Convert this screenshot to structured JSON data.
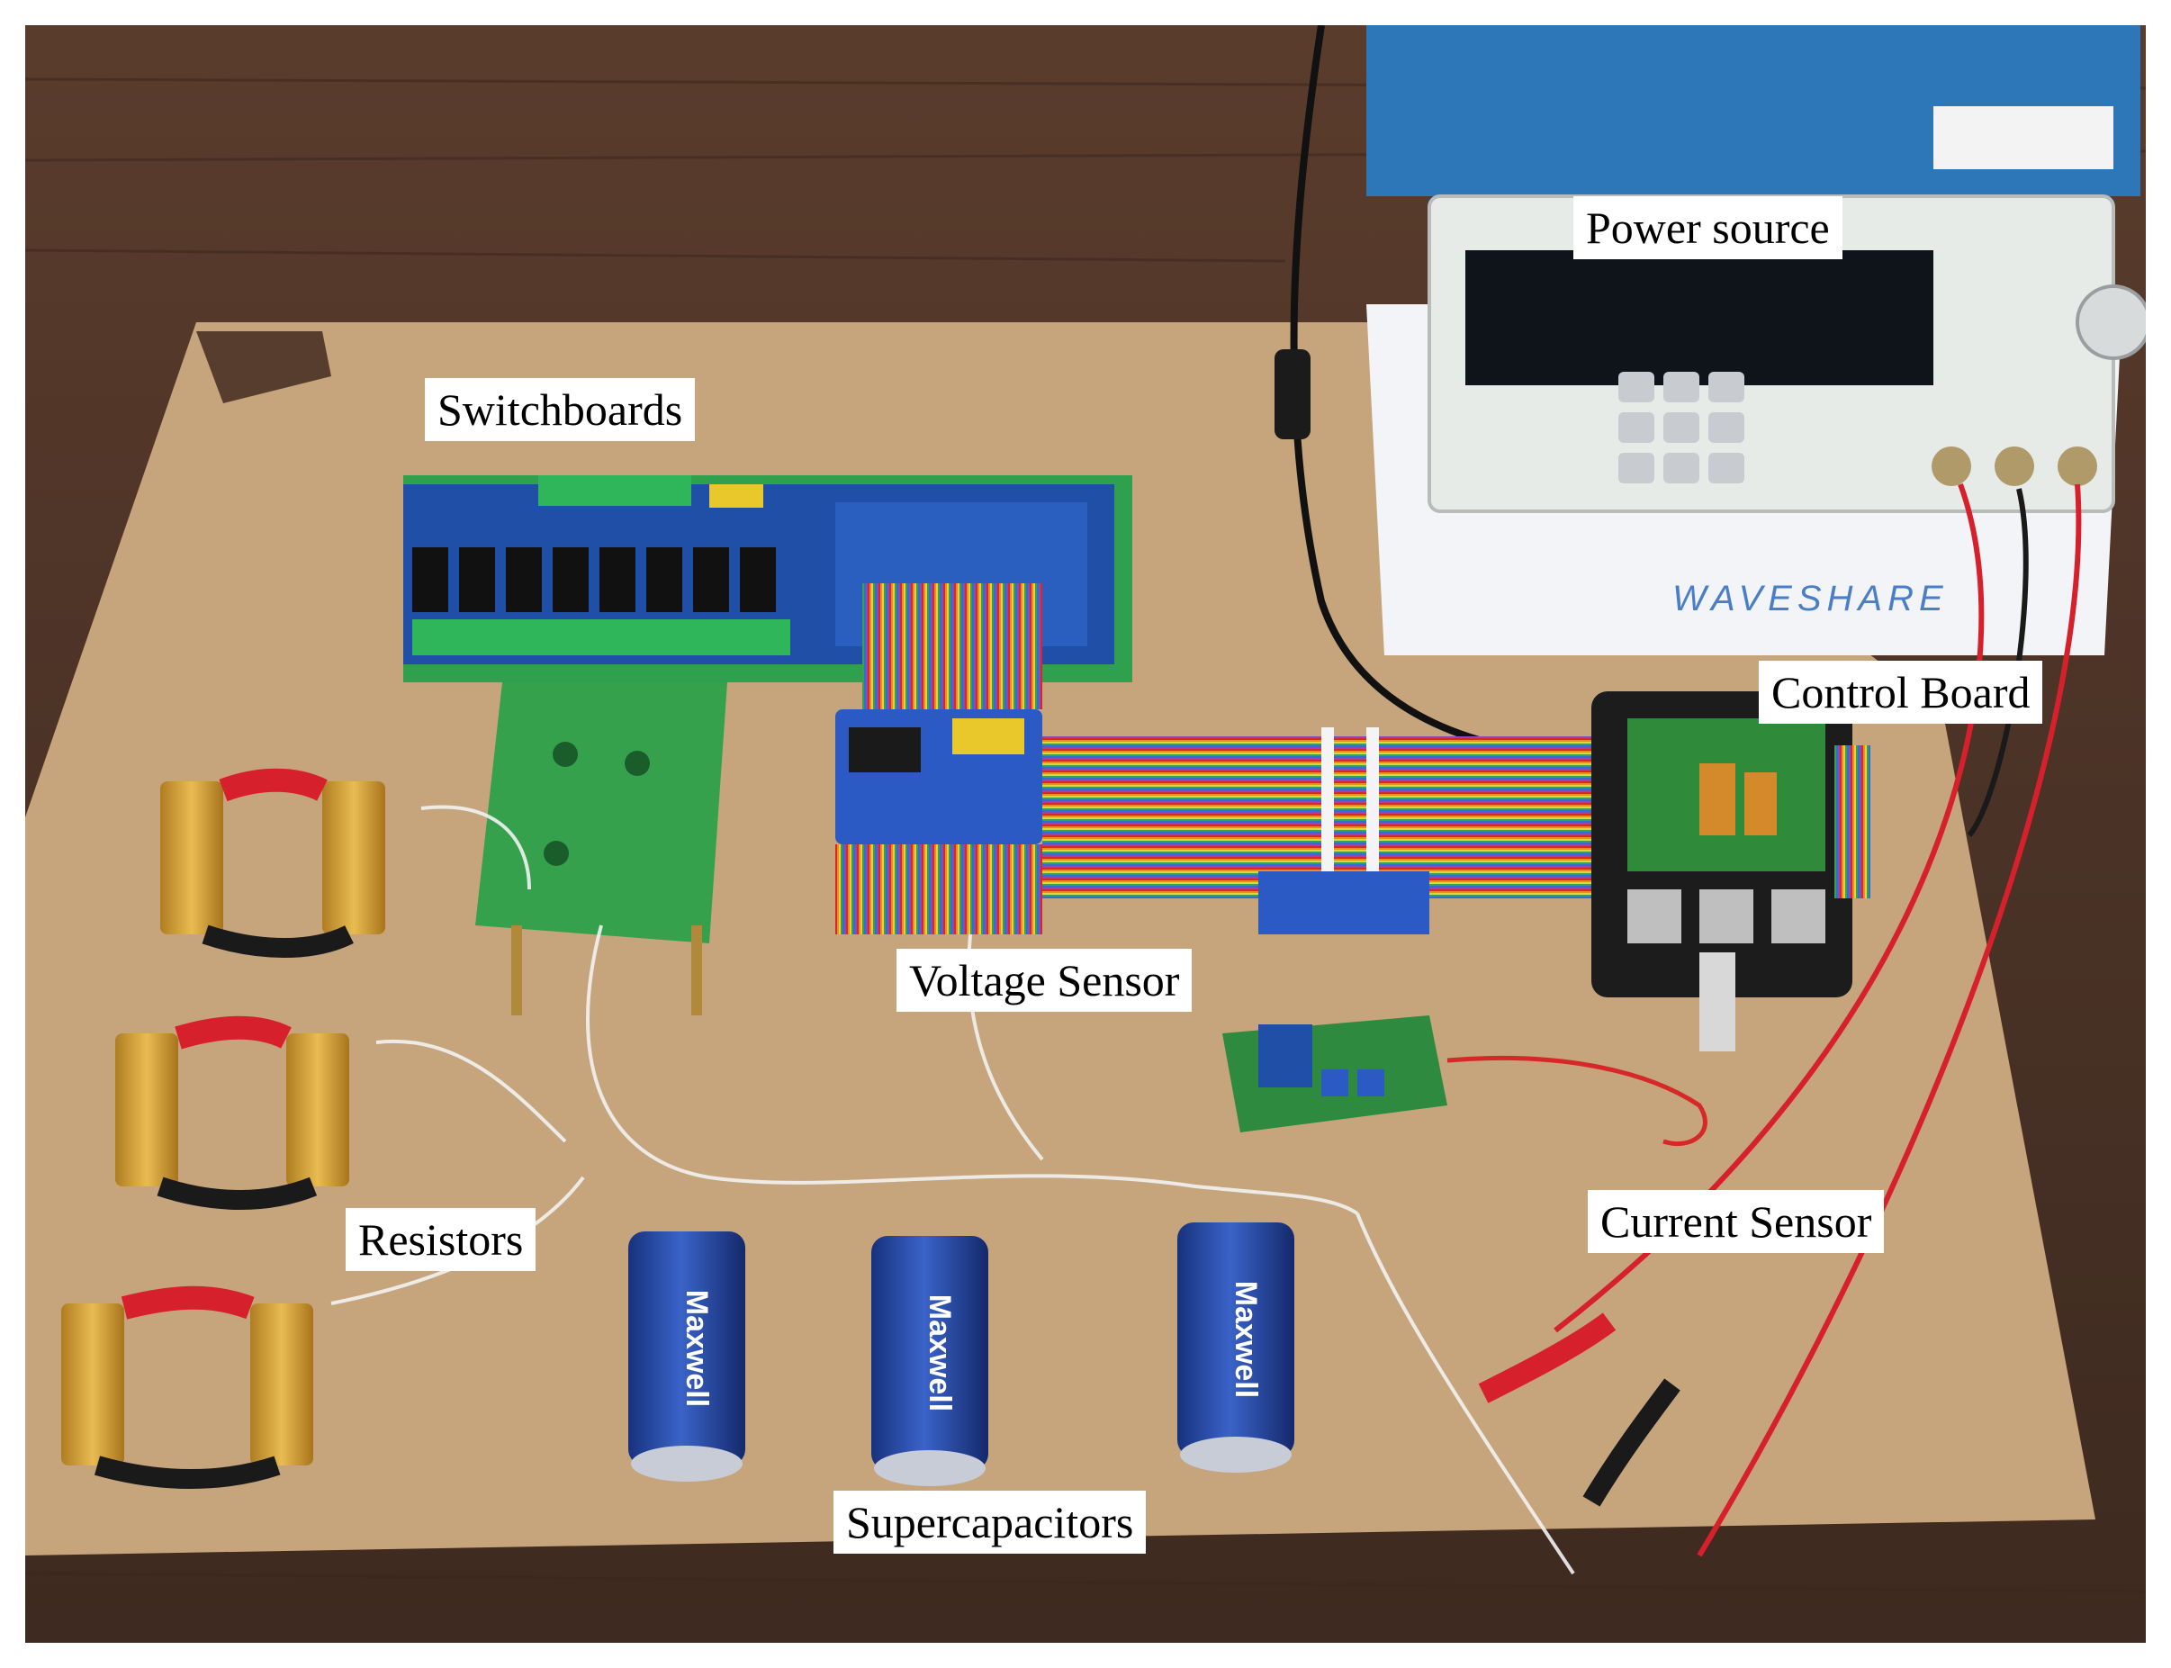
{
  "figure": {
    "labels": {
      "power_source": "Power source",
      "switchboards": "Switchboards",
      "control_board": "Control Board",
      "voltage_sensor": "Voltage Sensor",
      "current_sensor": "Current Sensor",
      "resistors": "Resistors",
      "supercapacitors": "Supercapacitors"
    },
    "brand_marks": {
      "capacitor_brand": "Maxwell",
      "device_brand": "WAVESHARE"
    },
    "colors": {
      "table_wood": "#4a3226",
      "cardboard": "#c6a57c",
      "pcb_blue": "#1f4fa6",
      "pcb_green": "#2f9a4c",
      "capacitor_blue": "#2345a8",
      "resistor_gold": "#d4a33a",
      "clip_red": "#d6202b",
      "clip_black": "#1a1a1a",
      "power_supply_panel": "#e7ebe7",
      "power_supply_case": "#2d76b8"
    }
  }
}
